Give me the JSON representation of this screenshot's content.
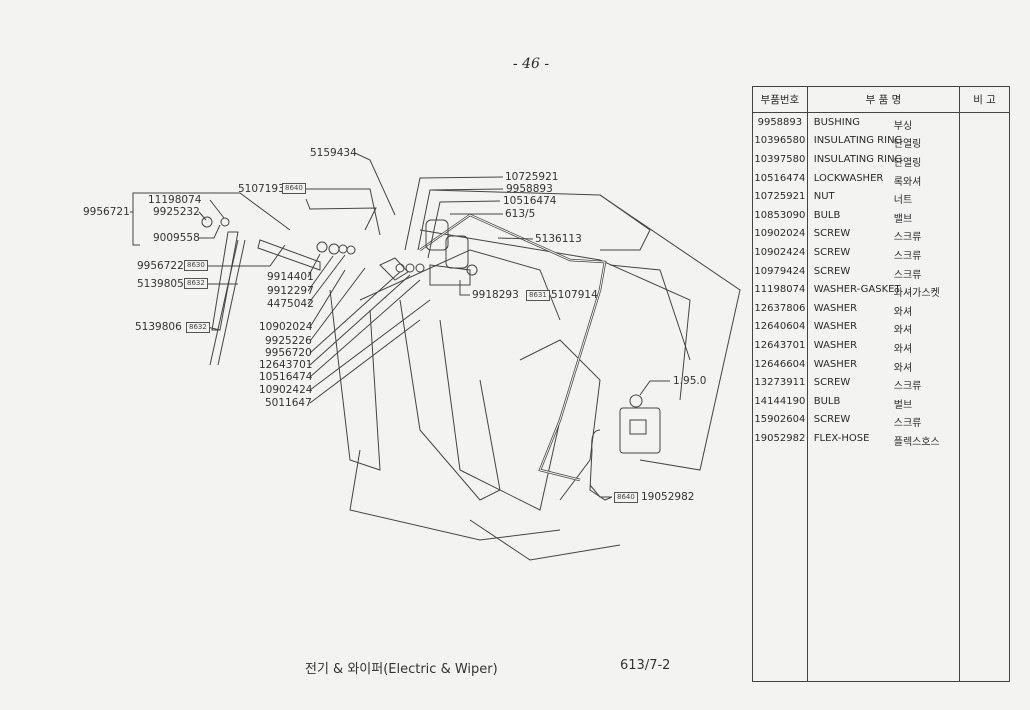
{
  "page_number": "- 46 -",
  "table": {
    "headers": {
      "part_no": "부품번호",
      "name": "부   품   명",
      "remark": "비  고"
    },
    "rows": [
      {
        "no": "9958893",
        "en": "BUSHING",
        "ko": "부싱"
      },
      {
        "no": "10396580",
        "en": "INSULATING RING",
        "ko": "단열링"
      },
      {
        "no": "10397580",
        "en": "INSULATING RING",
        "ko": "단열링"
      },
      {
        "no": "10516474",
        "en": "LOCKWASHER",
        "ko": "록와셔"
      },
      {
        "no": "10725921",
        "en": "NUT",
        "ko": "너트"
      },
      {
        "no": "10853090",
        "en": "BULB",
        "ko": "밸브"
      },
      {
        "no": "10902024",
        "en": "SCREW",
        "ko": "스크류"
      },
      {
        "no": "10902424",
        "en": "SCREW",
        "ko": "스크류"
      },
      {
        "no": "10979424",
        "en": "SCREW",
        "ko": "스크류"
      },
      {
        "no": "11198074",
        "en": "WASHER-GASKET",
        "ko": "와셔가스켓"
      },
      {
        "no": "12637806",
        "en": "WASHER",
        "ko": "와셔"
      },
      {
        "no": "12640604",
        "en": "WASHER",
        "ko": "와셔"
      },
      {
        "no": "12643701",
        "en": "WASHER",
        "ko": "와셔"
      },
      {
        "no": "12646604",
        "en": "WASHER",
        "ko": "와셔"
      },
      {
        "no": "13273911",
        "en": "SCREW",
        "ko": "스크류"
      },
      {
        "no": "14144190",
        "en": "BULB",
        "ko": "벌브"
      },
      {
        "no": "15902604",
        "en": "SCREW",
        "ko": "스크류"
      },
      {
        "no": "19052982",
        "en": "FLEX-HOSE",
        "ko": "플렉스호스"
      }
    ]
  },
  "callouts": {
    "c5159434": "5159434",
    "c5107193": "5107193",
    "b8640a": "8640",
    "c11198074": "11198074",
    "c9925232": "9925232",
    "c9956721": "9956721",
    "c9009558": "9009558",
    "c9956722": "9956722",
    "b8630": "8630",
    "c5139805": "5139805",
    "b8632a": "8632",
    "c5139806": "5139806",
    "b8632b": "8632",
    "c9914401": "9914401",
    "c9912297": "9912297",
    "c4475042": "4475042",
    "c10902024": "10902024",
    "c9925226": "9925226",
    "c9956720": "9956720",
    "c12643701": "12643701",
    "c10516474a": "10516474",
    "c10902424": "10902424",
    "c5011647": "5011647",
    "c10725921": "10725921",
    "c9958893": "9958893",
    "c10516474b": "10516474",
    "c613_5": "613/5",
    "c5136113": "5136113",
    "c9918293": "9918293",
    "b8631": "8631",
    "c5107914": "5107914",
    "c1950": "1.95.0",
    "b8640b": "8640",
    "c19052982": "19052982"
  },
  "footer": {
    "title": "전기 & 와이퍼(Electric & Wiper)",
    "code": "613/7-2"
  }
}
